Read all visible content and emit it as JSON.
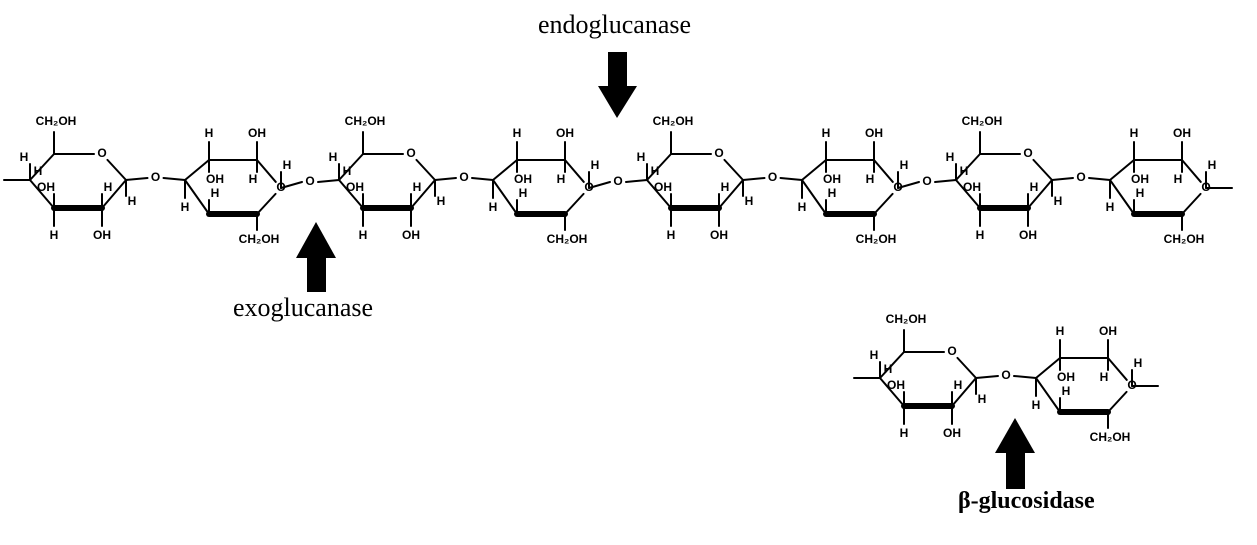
{
  "labels": {
    "endo": "endoglucanase",
    "exo": "exoglucanase",
    "beta": "β-glucosidase"
  },
  "atoms": {
    "ring_oxygen": "O",
    "bridge_oxygen": "O",
    "hydroxymethyl": "CH₂OH",
    "hydroxyl": "OH",
    "hydrogen": "H"
  },
  "colors": {
    "ink": "#000000",
    "background": "#ffffff"
  }
}
